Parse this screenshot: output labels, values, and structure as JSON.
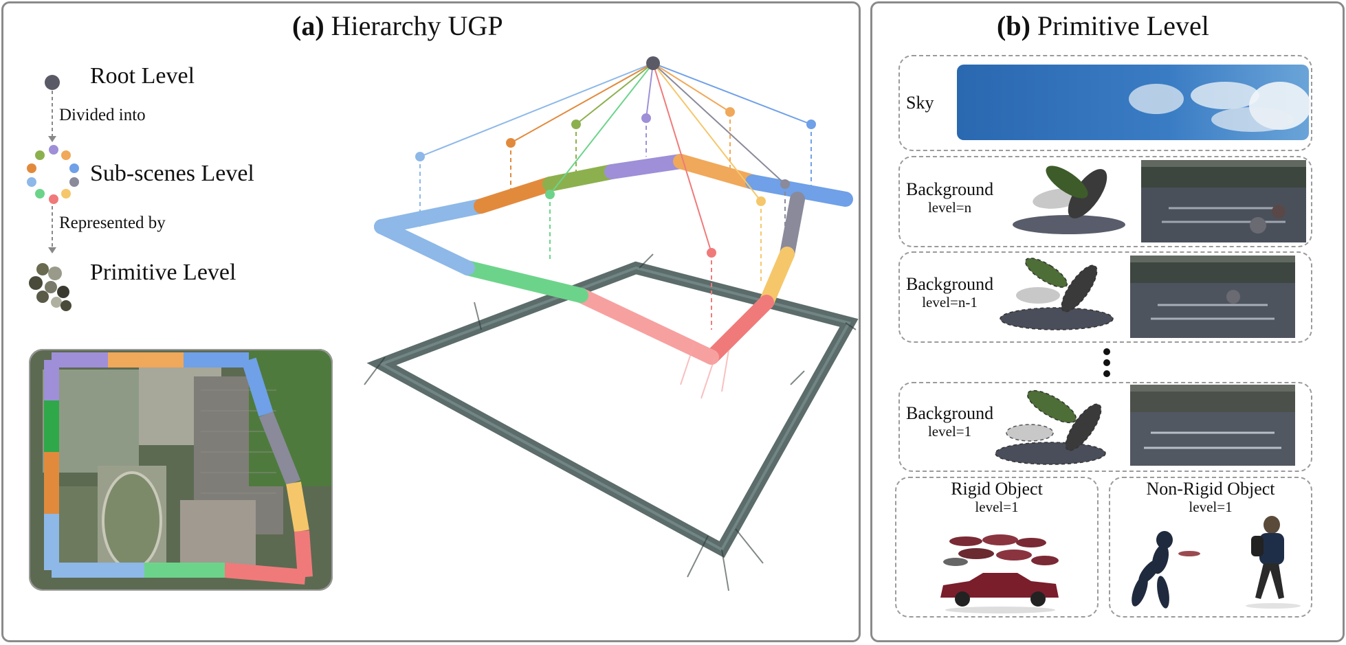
{
  "panel_a": {
    "title_prefix": "(a)",
    "title_text": "Hierarchy UGP",
    "levels": {
      "root": "Root Level",
      "divided": "Divided into",
      "subscenes": "Sub-scenes Level",
      "represented": "Represented by",
      "primitive": "Primitive Level"
    }
  },
  "panel_b": {
    "title_prefix": "(b)",
    "title_text": "Primitive Level",
    "rows": {
      "sky": "Sky",
      "bg_n": "Background",
      "bg_n_level": "level=n",
      "bg_n1": "Background",
      "bg_n1_level": "level=n-1",
      "bg_1": "Background",
      "bg_1_level": "level=1",
      "rigid": "Rigid Object",
      "rigid_level": "level=1",
      "nonrigid": "Non-Rigid Object",
      "nonrigid_level": "level=1"
    }
  },
  "colors": {
    "root_node": "#5a5a66",
    "sub_scenes": [
      "#8db8e8",
      "#e28a3c",
      "#8db04e",
      "#9e8fd8",
      "#f0a85a",
      "#6fa0e8",
      "#8a8a9a",
      "#f5c76a",
      "#f07a7a",
      "#6cd48a"
    ],
    "panel_border": "#8a8a8a"
  }
}
